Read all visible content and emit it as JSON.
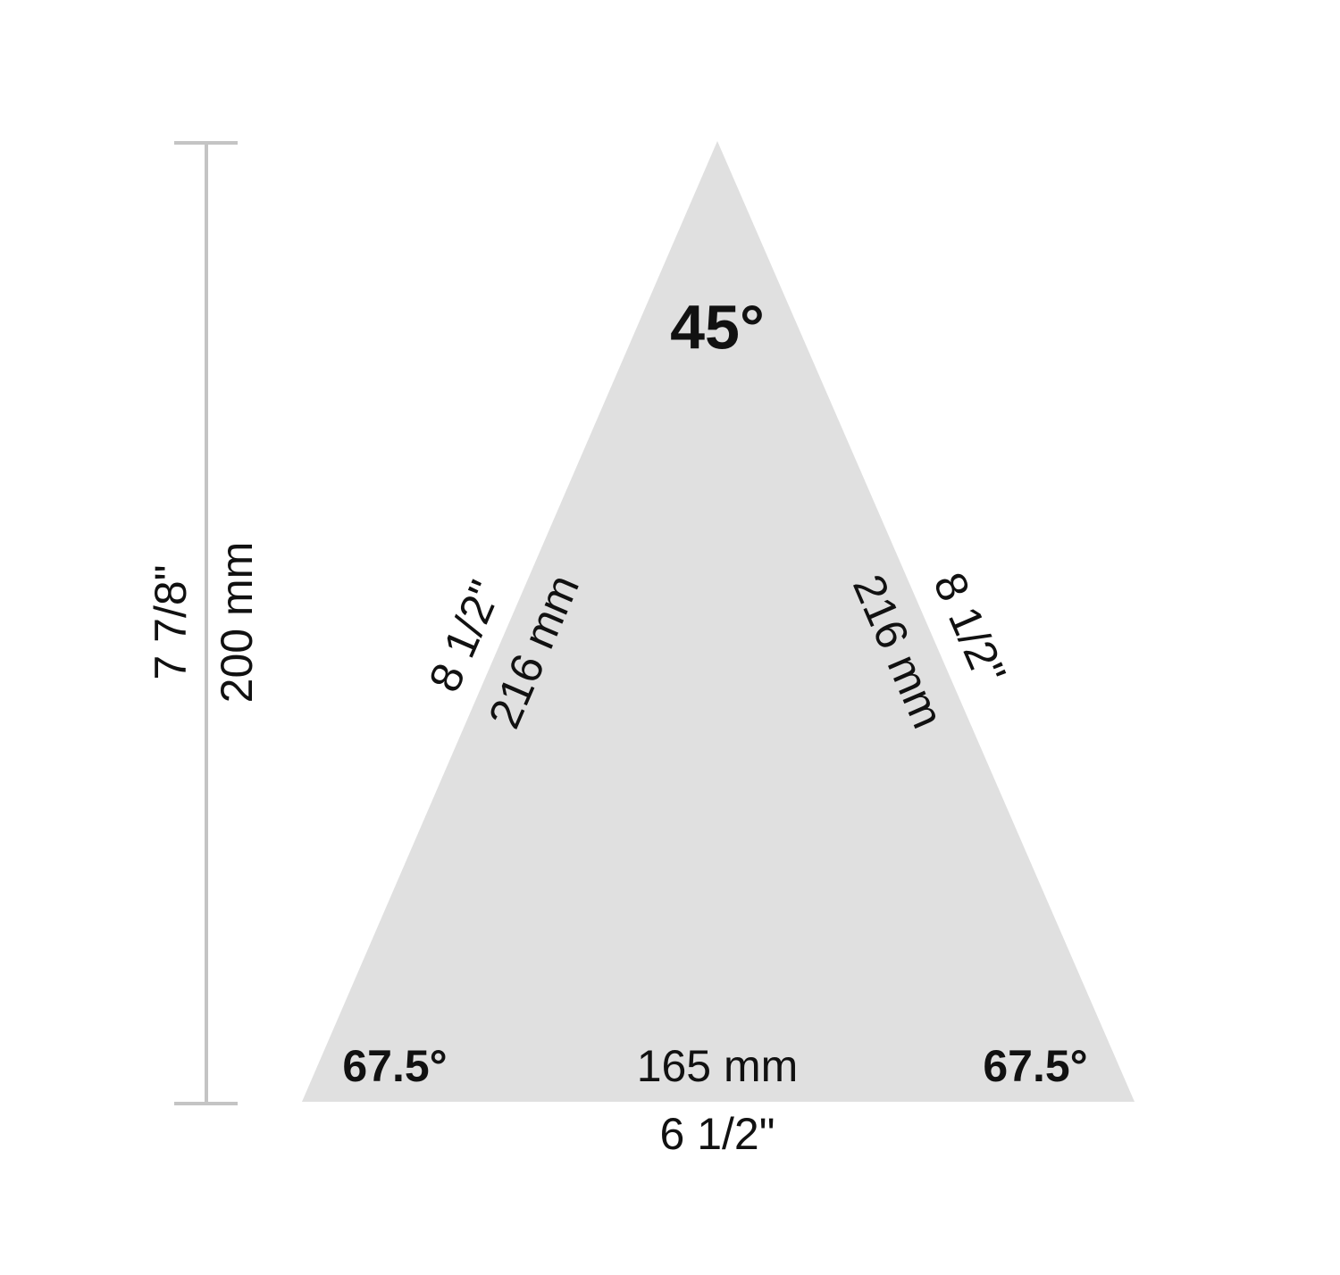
{
  "colors": {
    "background": "#ffffff",
    "triangle_fill": "#e0e0e0",
    "dimension_line": "#c4c4c4",
    "text": "#111111"
  },
  "angles": {
    "apex": "45°",
    "bottom_left": "67.5°",
    "bottom_right": "67.5°"
  },
  "height": {
    "inches": "7 7/8\"",
    "mm": "200 mm"
  },
  "left_side": {
    "inches": "8 1/2\"",
    "mm": "216 mm"
  },
  "right_side": {
    "inches": "8 1/2\"",
    "mm": "216 mm"
  },
  "base": {
    "mm": "165 mm",
    "inches": "6 1/2\""
  }
}
